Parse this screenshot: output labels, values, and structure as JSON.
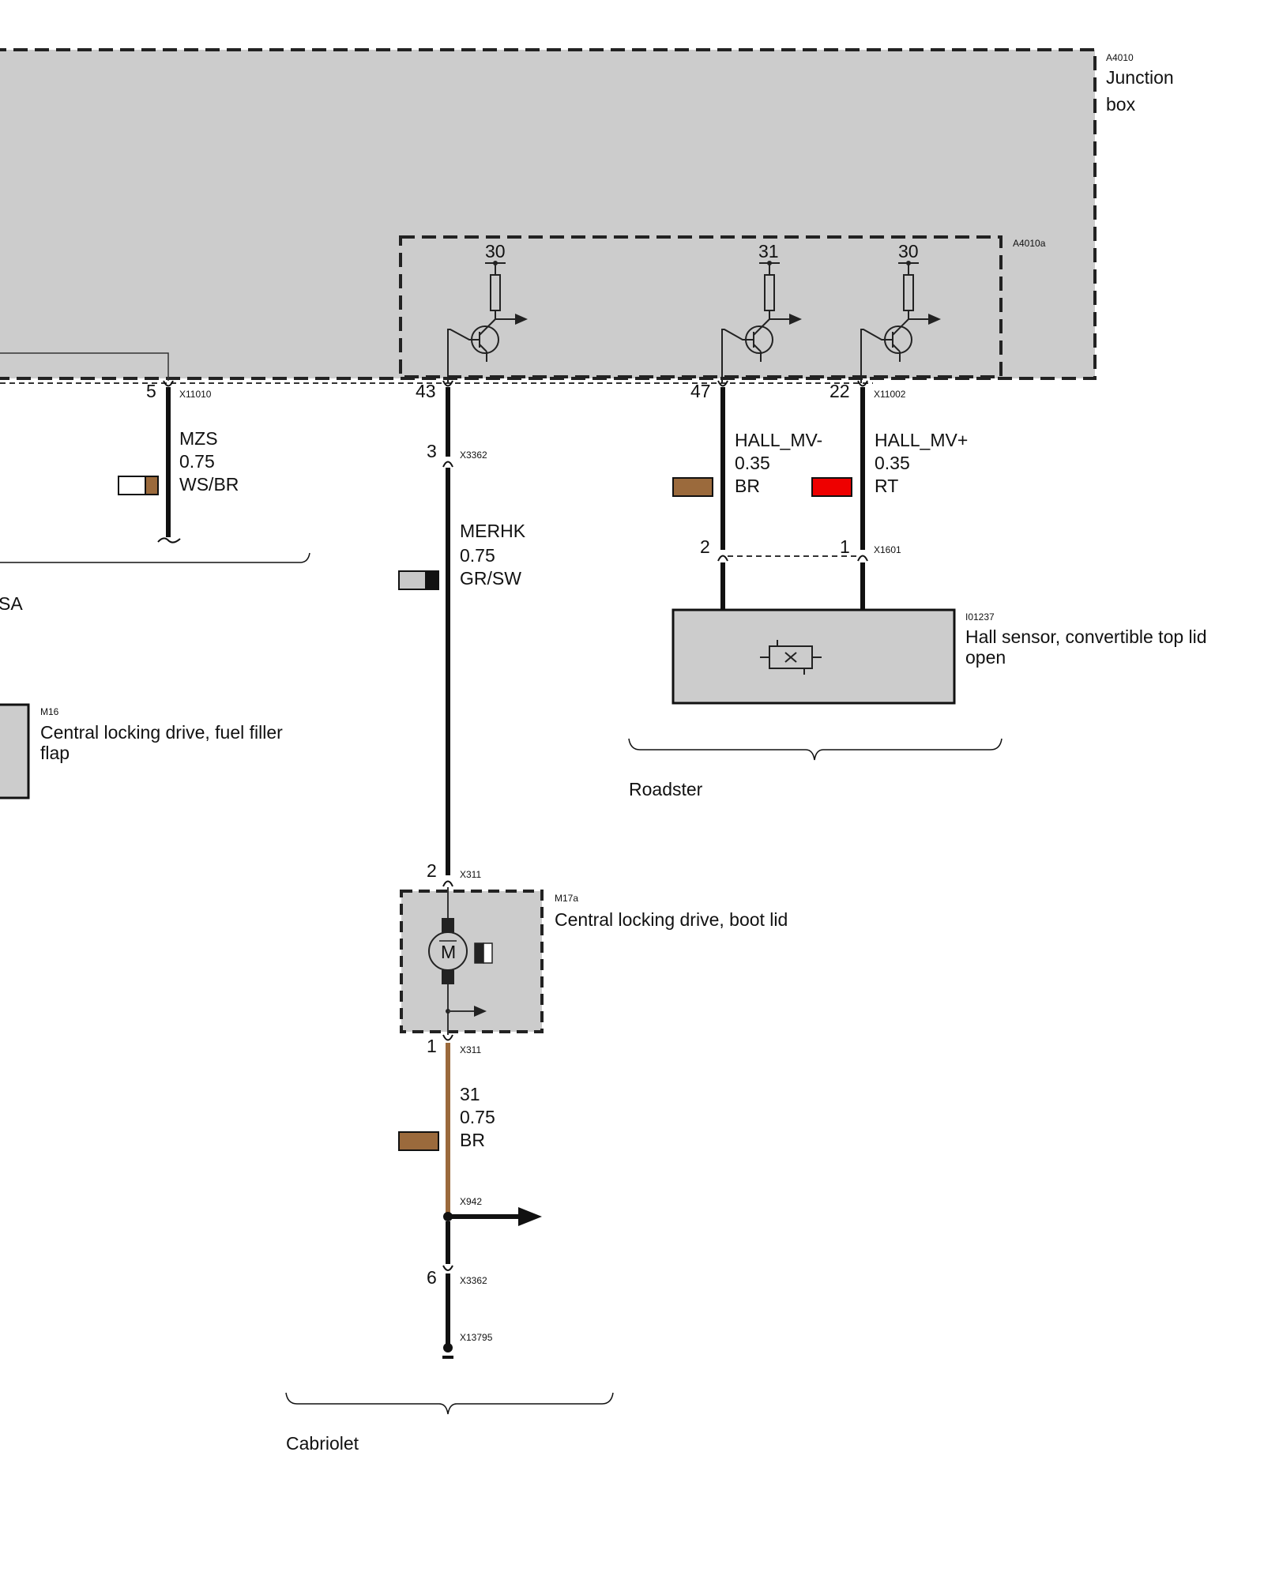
{
  "junction_box": {
    "ref": "A4010",
    "name_line1": "Junction",
    "name_line2": "box"
  },
  "sub_box": {
    "ref": "A4010a"
  },
  "switch_supplies": [
    "30",
    "31",
    "30"
  ],
  "pins": {
    "mzs_pin": "5",
    "mzs_conn": "X11010",
    "merhk_pin_top": "43",
    "merhk_pin_3": "3",
    "merhk_conn_3": "X3362",
    "hall_minus_pin": "47",
    "hall_plus_pin": "22",
    "hall_conn": "X11002",
    "sensor_pin_2": "2",
    "sensor_pin_1": "1",
    "sensor_conn": "X1601",
    "motor_pin_2": "2",
    "motor_conn_top": "X311",
    "motor_pin_1": "1",
    "motor_conn_bottom": "X311",
    "splice_conn": "X942",
    "ground_pin": "6",
    "ground_conn": "X3362",
    "ground_end_conn": "X13795"
  },
  "wires": {
    "mzs": {
      "signal": "MZS",
      "size": "0.75",
      "color": "WS/BR"
    },
    "merhk": {
      "signal": "MERHK",
      "size": "0.75",
      "color": "GR/SW"
    },
    "hall_minus": {
      "signal": "HALL_MV-",
      "size": "0.35",
      "color": "BR"
    },
    "hall_plus": {
      "signal": "HALL_MV+",
      "size": "0.35",
      "color": "RT"
    },
    "ground": {
      "signal": "31",
      "size": "0.75",
      "color": "BR"
    }
  },
  "colors": {
    "box_fill": "#cccccc",
    "brown": "#9b6a3c",
    "red": "#ee0000",
    "white": "#ffffff",
    "gray": "#c8c8c8",
    "black": "#111111"
  },
  "components": {
    "hall_sensor": {
      "ref": "I01237",
      "name_line1": "Hall sensor, convertible top lid",
      "name_line2": "open"
    },
    "fuel_flap": {
      "ref": "M16",
      "name_line1": "Central locking drive, fuel filler",
      "name_line2": "flap"
    },
    "boot_lid": {
      "ref": "M17a",
      "name": "Central locking drive, boot lid"
    }
  },
  "groups": {
    "left_partial": "SA",
    "roadster": "Roadster",
    "cabriolet": "Cabriolet"
  }
}
